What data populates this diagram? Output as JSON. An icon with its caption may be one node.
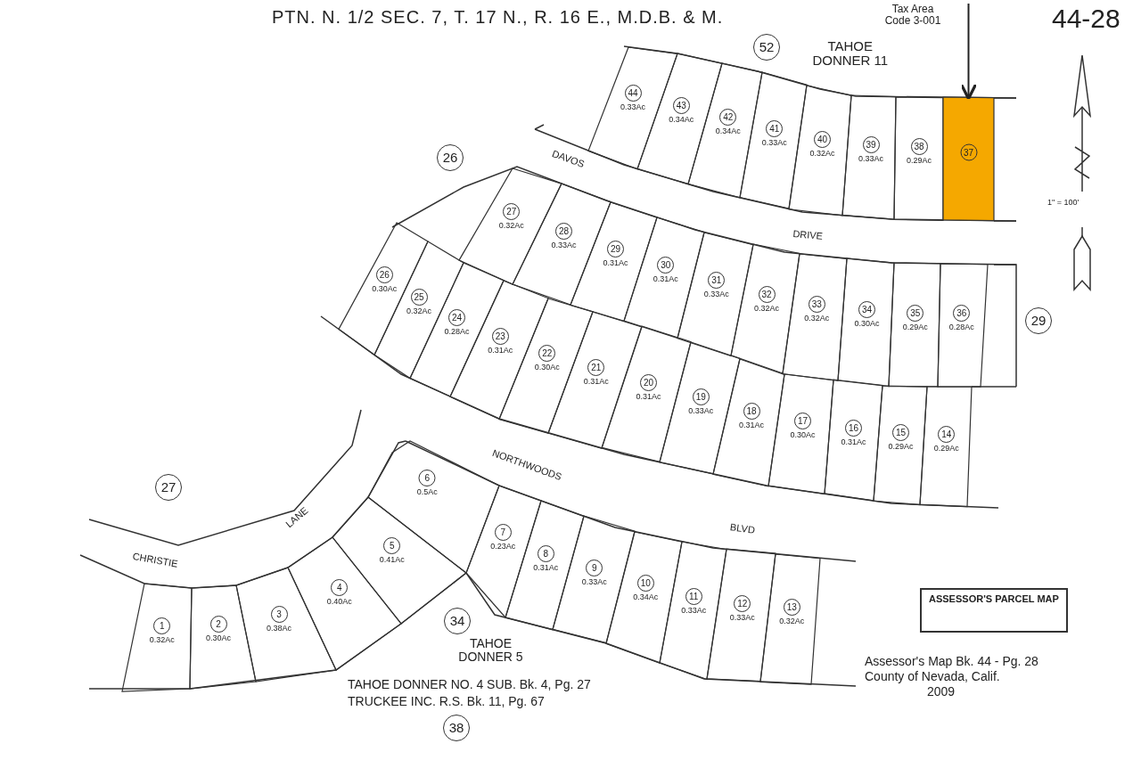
{
  "diagram": {
    "title": "PTN. N. 1/2 SEC. 7, T. 17 N., R. 16 E., M.D.B. & M.",
    "nodes": [
      {
        "text": [
          "44",
          "0.33Ac"
        ]
      },
      {
        "text": [
          "43",
          "0.34Ac"
        ]
      },
      {
        "text": [
          "42",
          "0.34Ac"
        ]
      },
      {
        "text": [
          "41",
          "0.33Ac"
        ]
      },
      {
        "text": [
          "40",
          "0.32Ac"
        ]
      },
      {
        "text": [
          "39",
          "0.33Ac"
        ]
      },
      {
        "text": [
          "38",
          "0.29Ac"
        ]
      },
      {
        "text": [
          "37"
        ]
      },
      {
        "text": [
          "27",
          "0.32Ac"
        ]
      },
      {
        "text": [
          "28",
          "0.33Ac"
        ]
      },
      {
        "text": [
          "29",
          "0.31Ac"
        ]
      },
      {
        "text": [
          "30",
          "0.31Ac"
        ]
      },
      {
        "text": [
          "31",
          "0.33Ac"
        ]
      },
      {
        "text": [
          "32",
          "0.32Ac"
        ]
      },
      {
        "text": [
          "33",
          "0.32Ac"
        ]
      },
      {
        "text": [
          "34",
          "0.30Ac"
        ]
      },
      {
        "text": [
          "35",
          "0.29Ac"
        ]
      },
      {
        "text": [
          "36",
          "0.28Ac"
        ]
      },
      {
        "text": [
          "26",
          "0.30Ac"
        ]
      },
      {
        "text": [
          "25",
          "0.32Ac"
        ]
      },
      {
        "text": [
          "24",
          "0.28Ac"
        ]
      },
      {
        "text": [
          "23",
          "0.31Ac"
        ]
      },
      {
        "text": [
          "22",
          "0.30Ac"
        ]
      },
      {
        "text": [
          "21",
          "0.31Ac"
        ]
      },
      {
        "text": [
          "20",
          "0.31Ac"
        ]
      },
      {
        "text": [
          "19",
          "0.33Ac"
        ]
      },
      {
        "text": [
          "18",
          "0.31Ac"
        ]
      },
      {
        "text": [
          "17",
          "0.30Ac"
        ]
      },
      {
        "text": [
          "16",
          "0.31Ac"
        ]
      },
      {
        "text": [
          "15",
          "0.29Ac"
        ]
      },
      {
        "text": [
          "14",
          "0.29Ac"
        ]
      },
      {
        "text": [
          "6",
          "0.5Ac"
        ]
      },
      {
        "text": [
          "5",
          "0.41Ac"
        ]
      },
      {
        "text": [
          "4",
          "0.40Ac"
        ]
      },
      {
        "text": [
          "3",
          "0.38Ac"
        ]
      },
      {
        "text": [
          "2",
          "0.30Ac"
        ]
      },
      {
        "text": [
          "1",
          "0.32Ac"
        ]
      },
      {
        "text": [
          "7",
          "0.23Ac"
        ]
      },
      {
        "text": [
          "8",
          "0.31Ac"
        ]
      },
      {
        "text": [
          "9",
          "0.33Ac"
        ]
      },
      {
        "text": [
          "10",
          "0.34Ac"
        ]
      },
      {
        "text": [
          "11",
          "0.33Ac"
        ]
      },
      {
        "text": [
          "12",
          "0.33Ac"
        ]
      },
      {
        "text": [
          "13",
          "0.32Ac"
        ]
      }
    ],
    "edges": [
      {
        "from": null,
        "to": 7,
        "arrow": "to"
      }
    ],
    "labels": [
      "Tax Area Code 3-001",
      "44-28",
      "52",
      "TAHOE DONNER 11",
      "26",
      "DAVOS",
      "DRIVE",
      "29",
      "NORTHWOODS",
      "BLVD",
      "27",
      "CHRISTIE",
      "LANE",
      "34",
      "TAHOE DONNER 5",
      "38",
      "TAHOE DONNER NO. 4 SUB. Bk. 4, Pg. 27",
      "TRUCKEE INC. R.S. Bk. 11, Pg. 67",
      "ASSESSOR'S PARCEL MAP",
      "Assessor's Map Bk. 44 - Pg. 28",
      "County of Nevada, Calif.",
      "2009",
      "1\" = 100'"
    ]
  }
}
